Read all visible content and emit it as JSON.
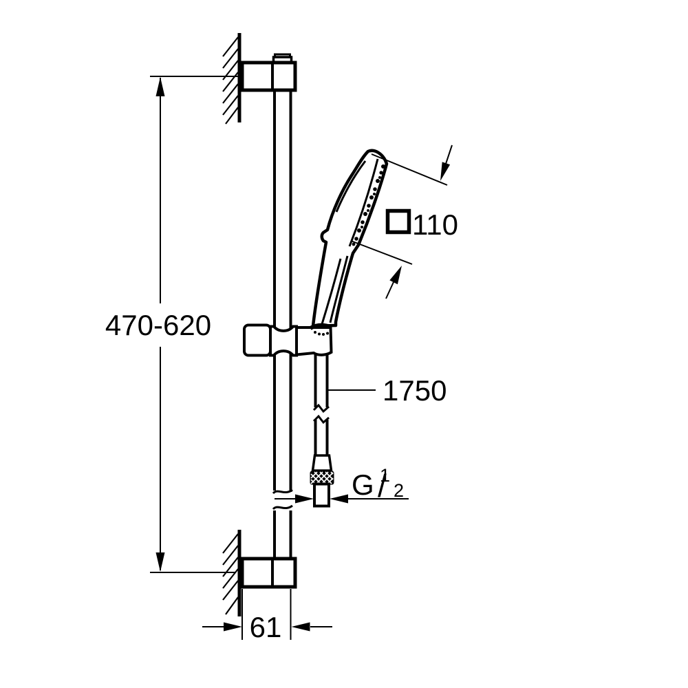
{
  "page": {
    "background_color": "#ffffff",
    "line_color": "#000000"
  },
  "labels": {
    "height_range": "470-620",
    "head_width": "110",
    "hose_length": "1750",
    "wall_offset": "61",
    "thread_letter": "G",
    "thread_numerator": "1",
    "thread_slash": "/",
    "thread_denominator": "2"
  }
}
